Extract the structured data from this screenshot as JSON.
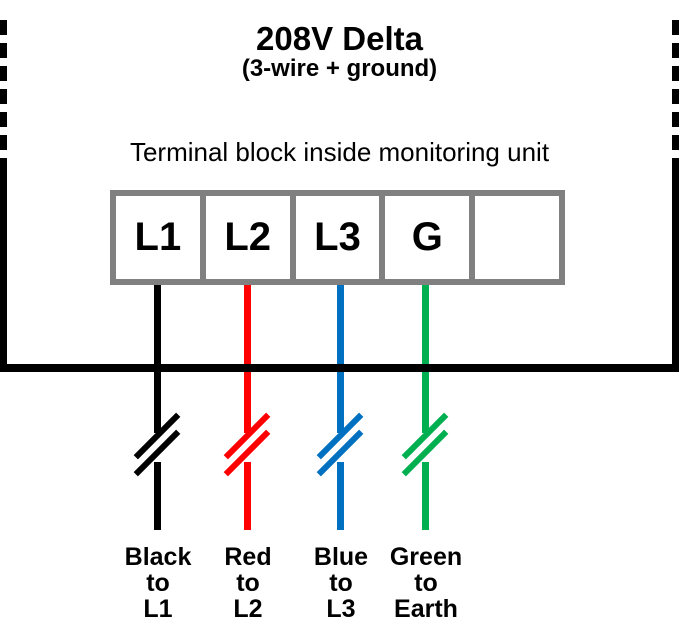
{
  "header": {
    "title": "208V Delta",
    "subtitle": "(3-wire + ground)"
  },
  "caption": "Terminal block inside monitoring unit",
  "terminals": [
    {
      "label": "L1"
    },
    {
      "label": "L2"
    },
    {
      "label": "L3"
    },
    {
      "label": "G"
    },
    {
      "label": ""
    }
  ],
  "wires": [
    {
      "name": "black",
      "color": "#000000",
      "label_lines": [
        "Black",
        "to",
        "L1"
      ]
    },
    {
      "name": "red",
      "color": "#FF0000",
      "label_lines": [
        "Red",
        "to",
        "L2"
      ]
    },
    {
      "name": "blue",
      "color": "#0070C0",
      "label_lines": [
        "Blue",
        "to",
        "L3"
      ]
    },
    {
      "name": "green",
      "color": "#00B050",
      "label_lines": [
        "Green",
        "to",
        "Earth"
      ]
    }
  ],
  "colors": {
    "enclosure_border": "#000000",
    "terminal_block_frame": "#808080",
    "terminal_cell_fill": "#FFFFFF"
  }
}
